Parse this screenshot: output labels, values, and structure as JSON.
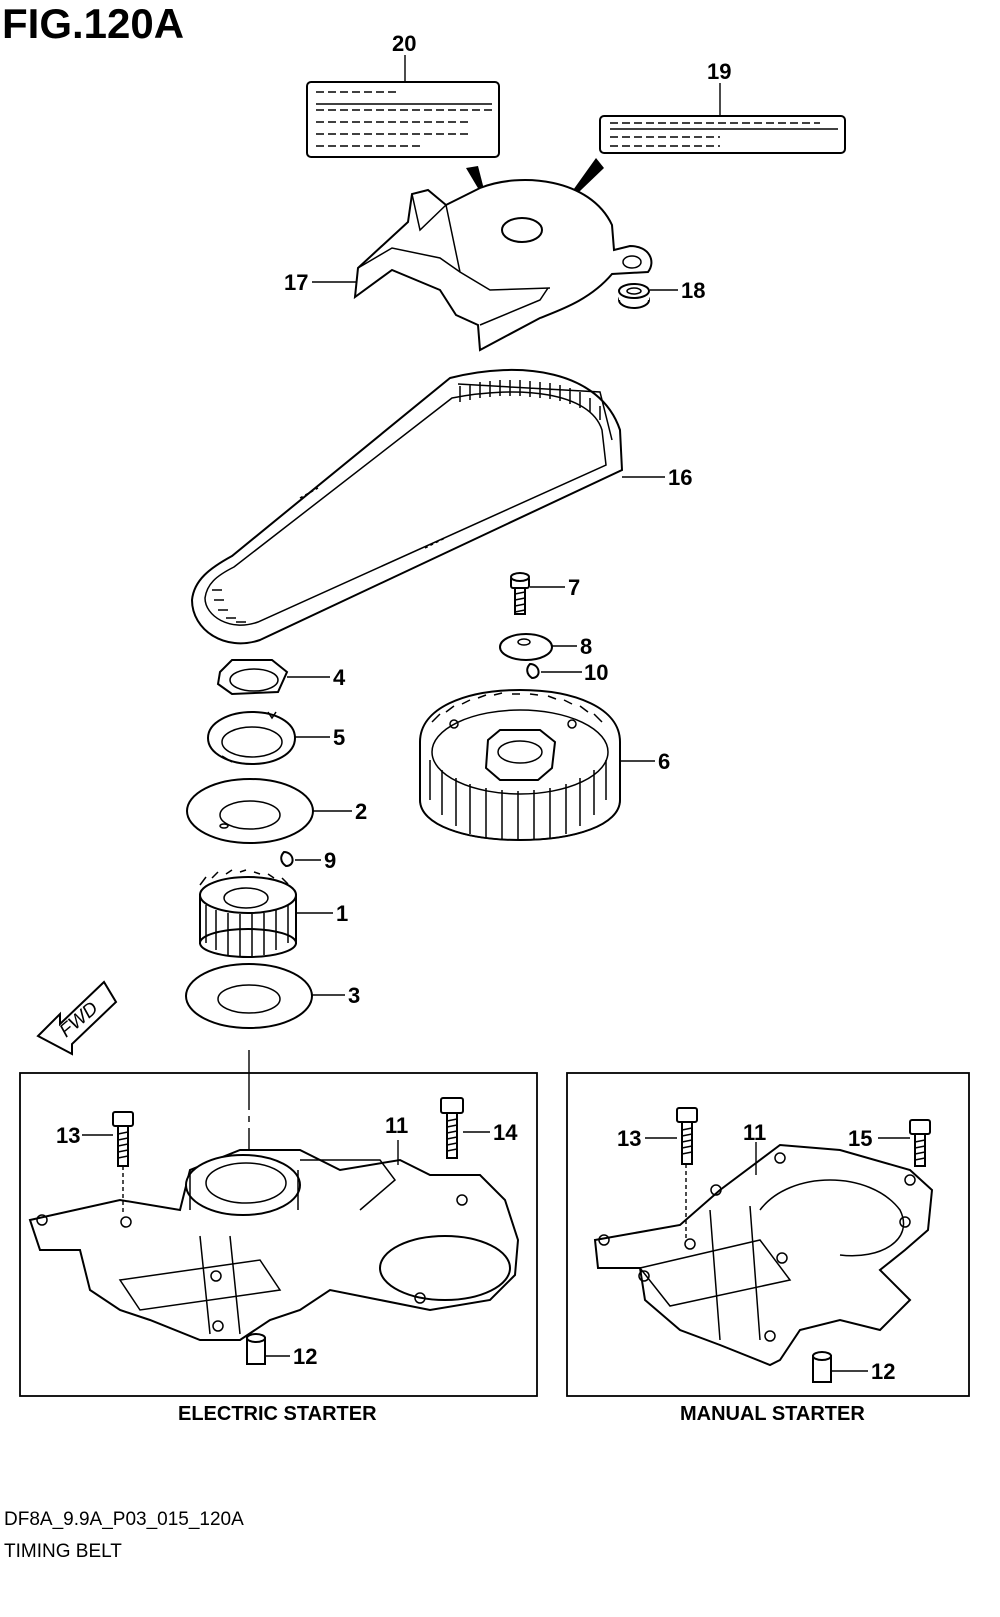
{
  "figure": {
    "title": "FIG.120A"
  },
  "callouts": {
    "c1": "1",
    "c2": "2",
    "c3": "3",
    "c4": "4",
    "c5": "5",
    "c6": "6",
    "c7": "7",
    "c8": "8",
    "c9": "9",
    "c10": "10",
    "c16": "16",
    "c17": "17",
    "c18": "18",
    "c19": "19",
    "c20": "20",
    "es": {
      "c11": "11",
      "c12": "12",
      "c13": "13",
      "c14": "14"
    },
    "ms": {
      "c11": "11",
      "c12": "12",
      "c13": "13",
      "c15": "15"
    }
  },
  "direction_marker": {
    "label": "FWD"
  },
  "sections": {
    "electric_starter": "ELECTRIC STARTER",
    "manual_starter": "MANUAL STARTER"
  },
  "footer": {
    "code": "DF8A_9.9A_P03_015_120A",
    "description": "TIMING BELT"
  }
}
